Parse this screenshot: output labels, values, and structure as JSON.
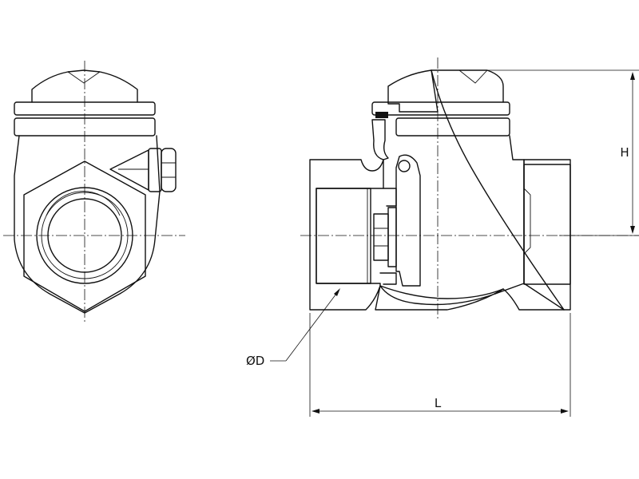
{
  "labels": {
    "height": "H",
    "length": "L",
    "diameter": "ØD"
  },
  "colors": {
    "line": "#111111",
    "background": "#ffffff"
  }
}
